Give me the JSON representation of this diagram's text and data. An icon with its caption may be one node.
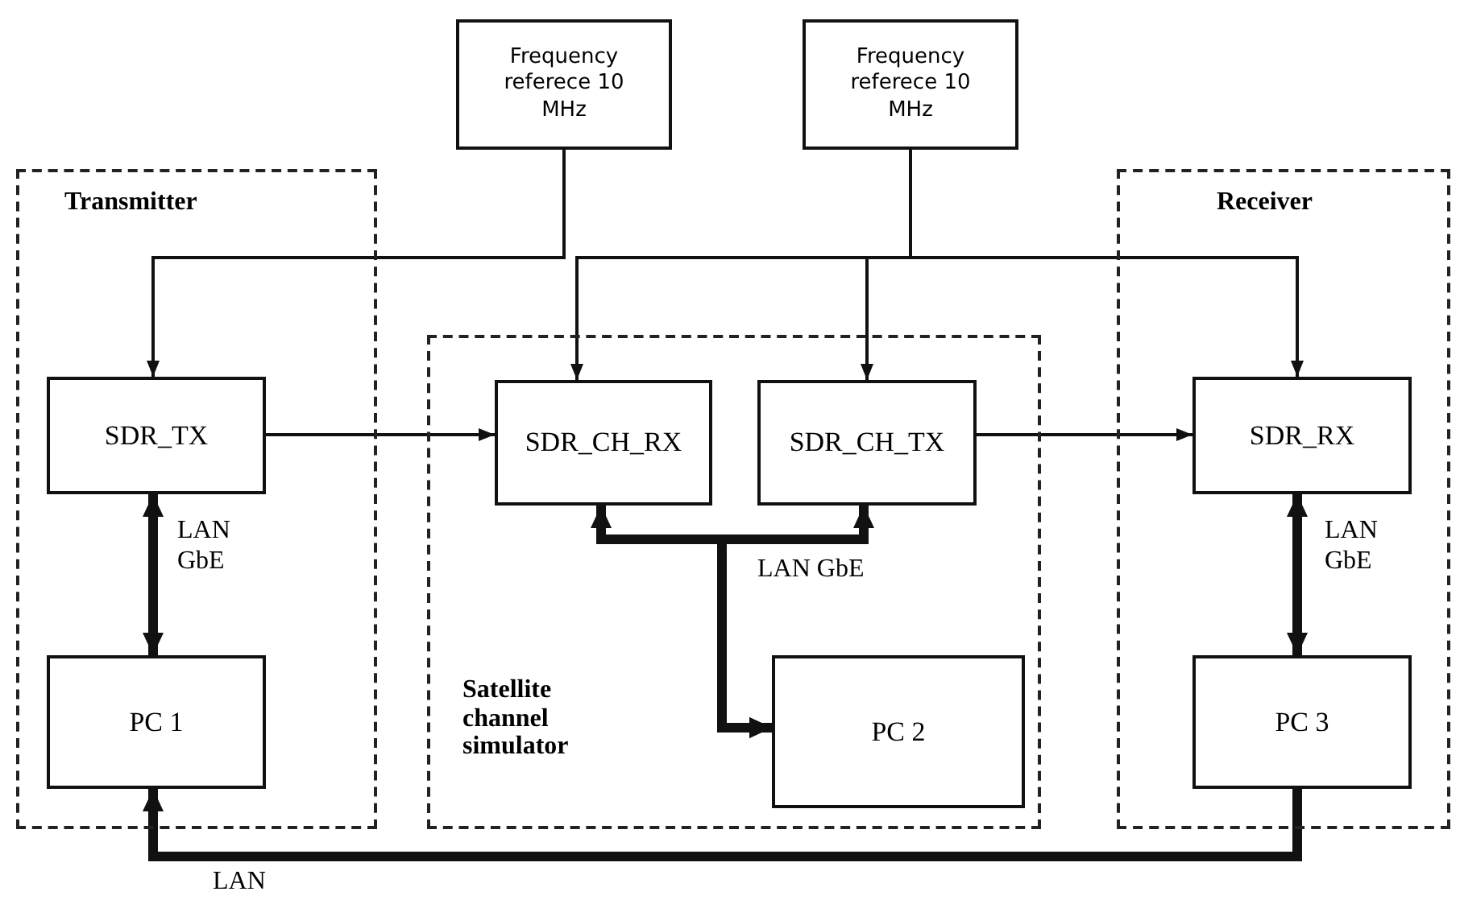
{
  "diagram": {
    "nodes": [
      {
        "text": [
          "Transmitter"
        ]
      },
      {
        "text": [
          "Frequency referece 10 MHz"
        ]
      },
      {
        "text": [
          "Frequency referece 10 MHz"
        ]
      },
      {
        "text": [
          "Satellite channel simulator"
        ]
      },
      {
        "text": [
          "Receiver"
        ]
      },
      {
        "text": [
          "SDR_TX"
        ],
        "in": 0
      },
      {
        "text": [
          "SDR_CH_RX"
        ],
        "in": 3
      },
      {
        "text": [
          "SDR_CH_TX"
        ],
        "in": 3
      },
      {
        "text": [
          "SDR_RX"
        ],
        "in": 4
      },
      {
        "text": [
          "PC 1"
        ],
        "in": 0
      },
      {
        "text": [
          "PC 2"
        ],
        "in": 3
      },
      {
        "text": [
          "PC 3"
        ],
        "in": 4
      }
    ],
    "edges": [
      {
        "from": 1,
        "to": 5,
        "arrow": "to"
      },
      {
        "from": 2,
        "to": 6,
        "arrow": "to"
      },
      {
        "from": 2,
        "to": 7,
        "arrow": "to"
      },
      {
        "from": 2,
        "to": 8,
        "arrow": "to"
      },
      {
        "from": 5,
        "to": 6,
        "arrow": "to"
      },
      {
        "from": 7,
        "to": 8,
        "arrow": "to"
      },
      {
        "from": 5,
        "to": 9,
        "arrow": "both",
        "label": "LAN GbE",
        "style": "thick"
      },
      {
        "from": 8,
        "to": 11,
        "arrow": "both",
        "label": "LAN GbE",
        "style": "thick"
      },
      {
        "from": 6,
        "to": 10,
        "arrow": "both",
        "style": "thick"
      },
      {
        "from": 7,
        "to": 10,
        "arrow": "both",
        "label": "LAN GbE",
        "style": "thick"
      },
      {
        "from": 11,
        "to": 9,
        "arrow": "to",
        "label": "LAN",
        "style": "thick"
      }
    ]
  }
}
